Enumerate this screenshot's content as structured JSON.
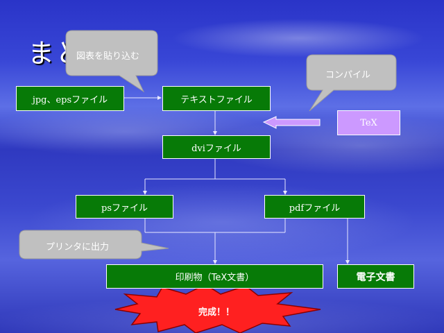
{
  "title": "まと",
  "boxes": {
    "jpg_eps": "jpg、epsファイル",
    "text_file": "テキストファイル",
    "dvi_file": "dviファイル",
    "ps_file": "psファイル",
    "pdf_file": "pdfファイル",
    "printed": "印刷物（TeX文書）",
    "ebook": "電子文書",
    "tex": "TeX"
  },
  "callouts": {
    "insert_figures": "図表を貼り込む",
    "compile": "コンパイル",
    "print_output": "プリンタに出力"
  },
  "burst": "完成！！",
  "colors": {
    "box_green": "#077a07",
    "tex_purple": "#cc99ff",
    "callout_gray": "#c0c0c0",
    "burst_red": "#ff2020"
  }
}
